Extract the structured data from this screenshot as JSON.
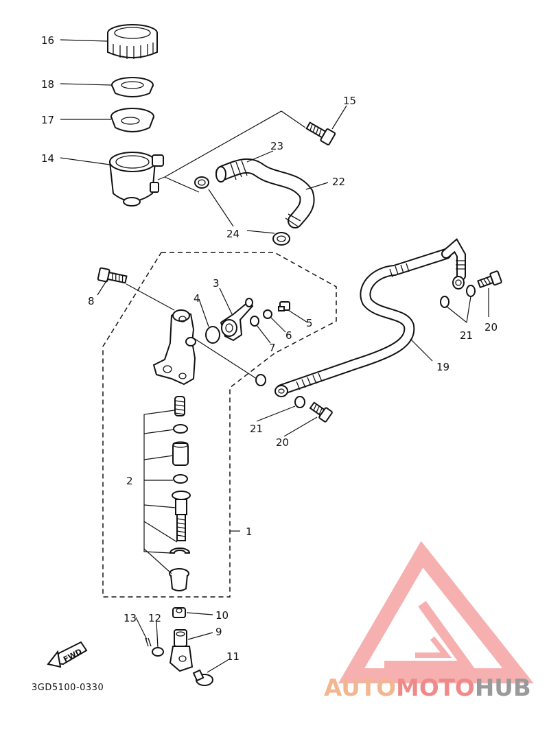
{
  "diagram": {
    "code": "3GD5100-0330",
    "fwd_label": "FWD",
    "labels": {
      "p1": "1",
      "p2": "2",
      "p3": "3",
      "p4": "4",
      "p5": "5",
      "p6": "6",
      "p7": "7",
      "p8": "8",
      "p9": "9",
      "p10": "10",
      "p11": "11",
      "p12": "12",
      "p13": "13",
      "p14": "14",
      "p15": "15",
      "p16": "16",
      "p17": "17",
      "p18": "18",
      "p19": "19",
      "p20a": "20",
      "p20b": "20",
      "p21a": "21",
      "p21b": "21",
      "p22": "22",
      "p23": "23",
      "p24": "24"
    }
  },
  "watermark": {
    "part1": "AUTO",
    "part2": "MOTO",
    "part3": "HUB",
    "logo_color": "#f08a8a",
    "text_color_1": "#f2b690",
    "text_color_3": "#9a9a9a"
  }
}
